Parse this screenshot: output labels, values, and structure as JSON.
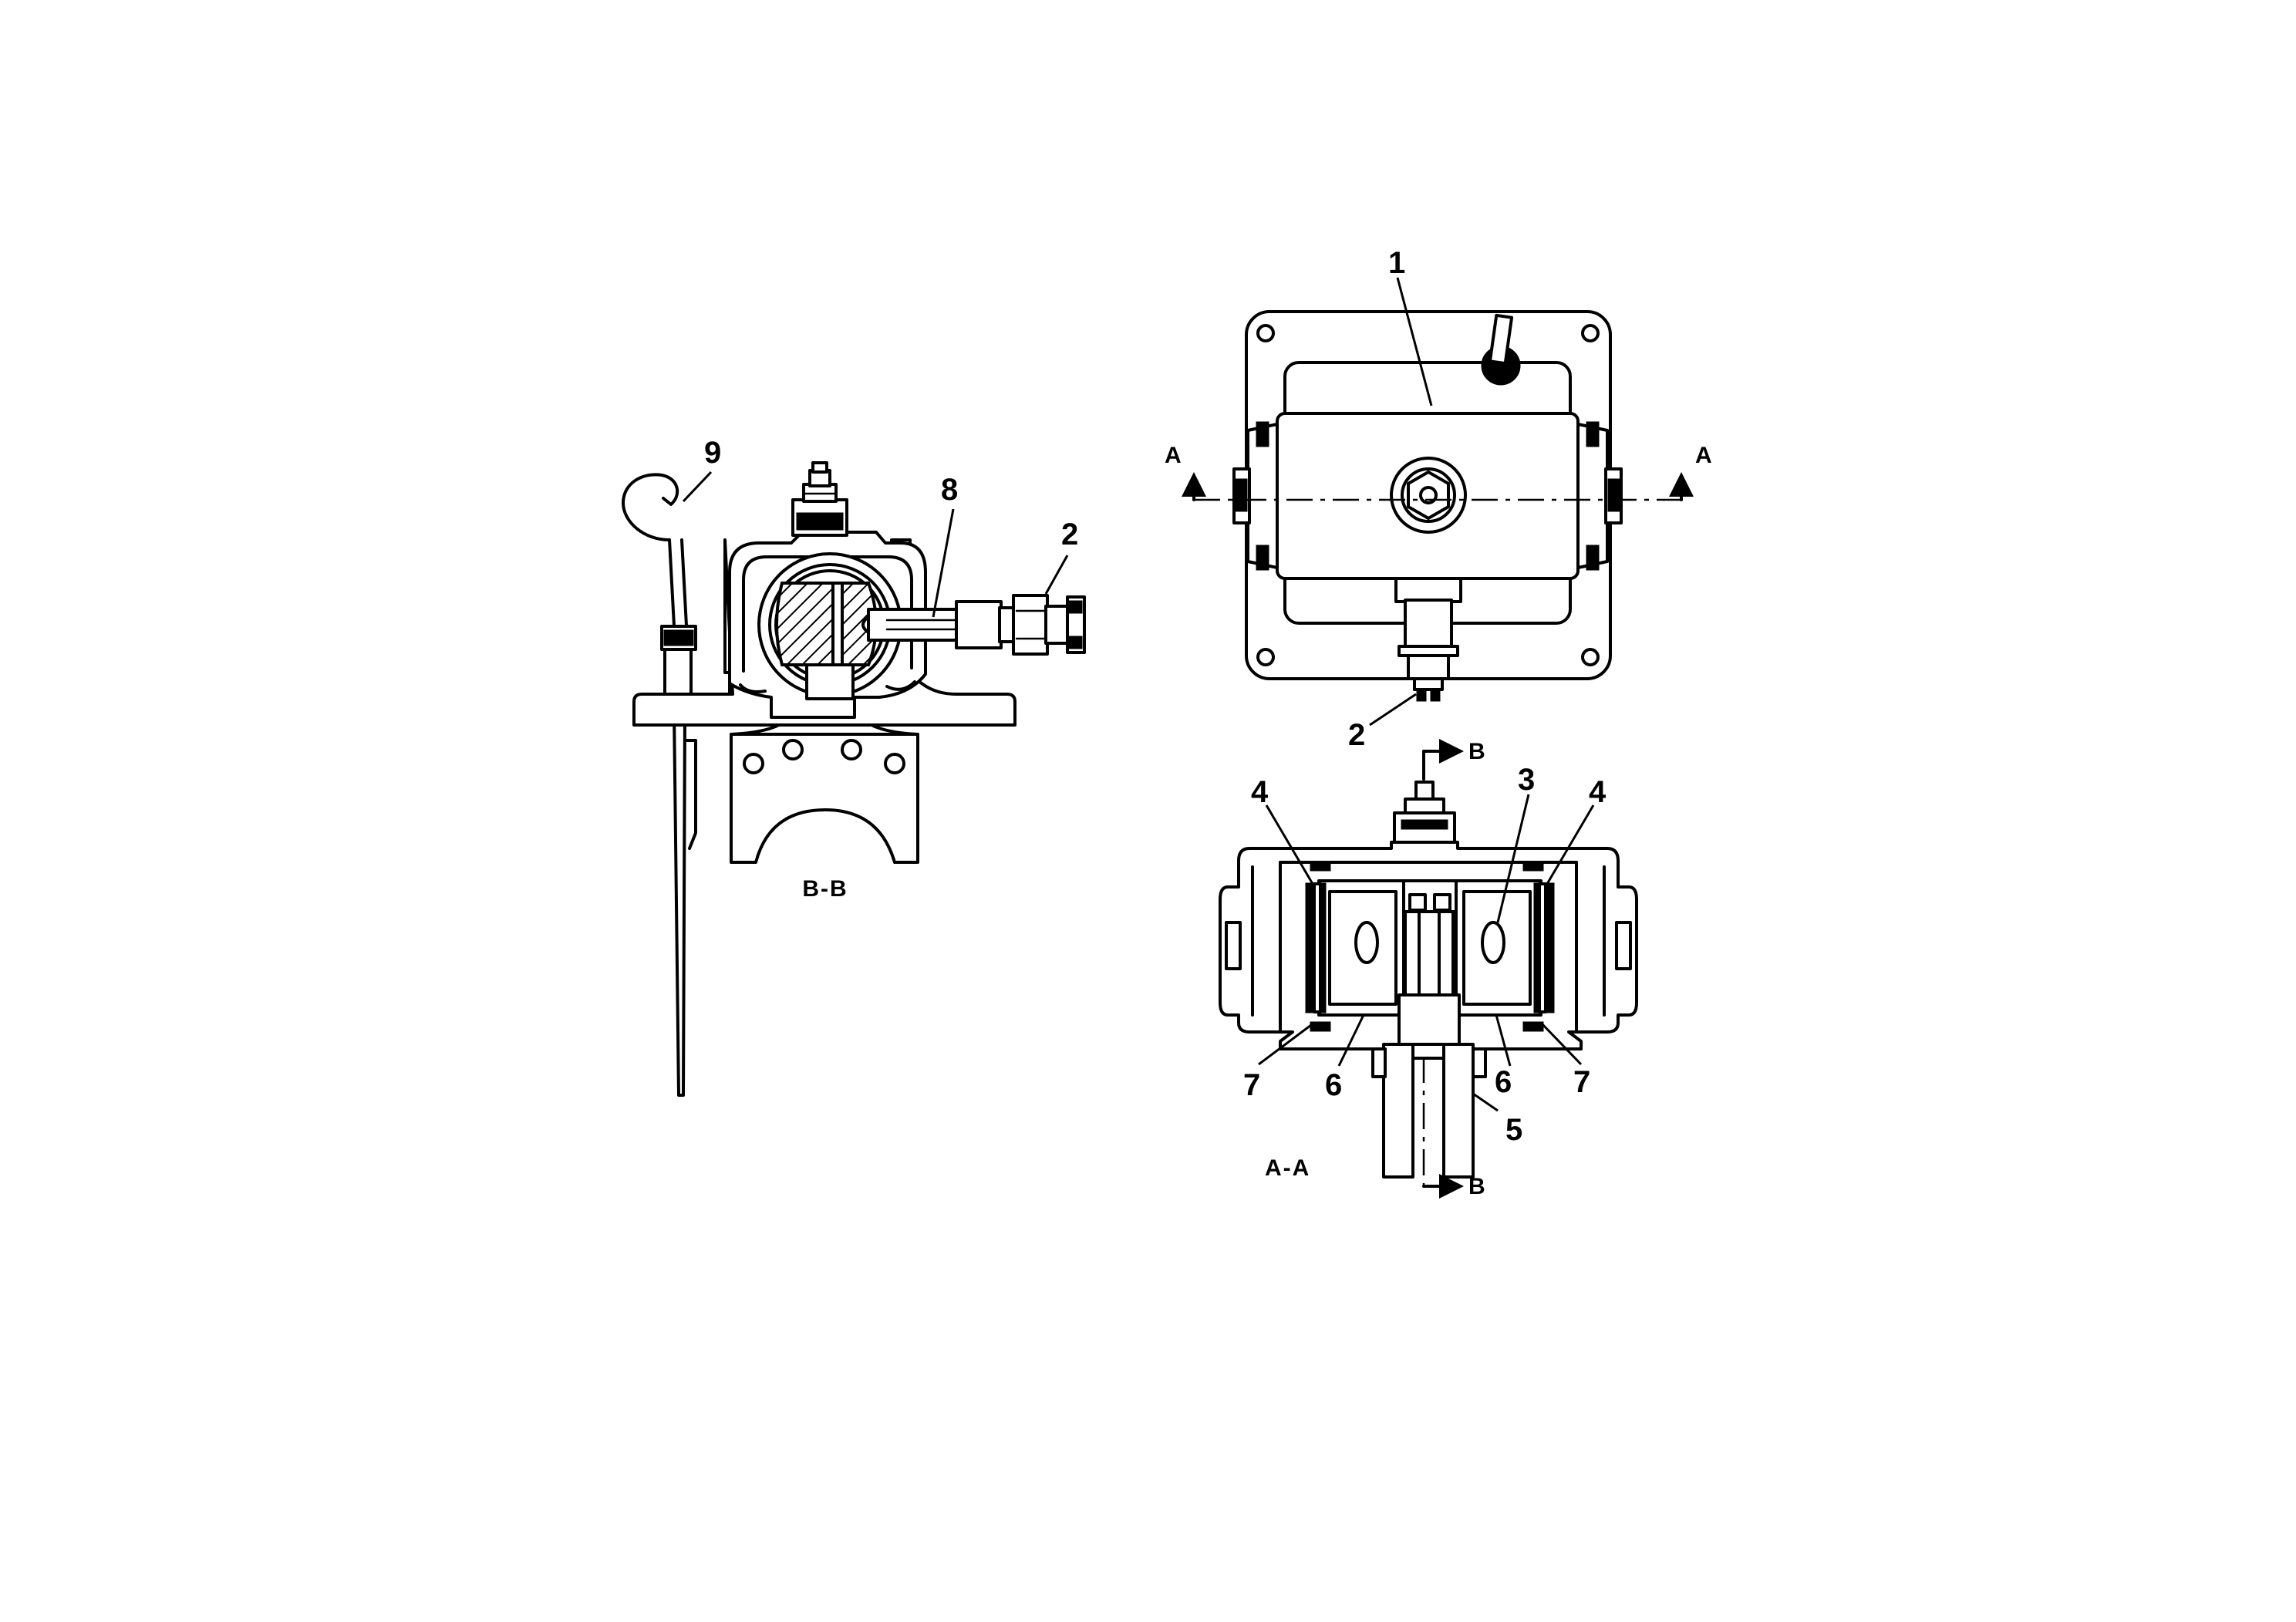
{
  "views": {
    "section_bb": {
      "caption": "B-B"
    },
    "section_aa": {
      "caption": "A-A"
    }
  },
  "section_marks": {
    "a": "A",
    "b": "B"
  },
  "callouts": {
    "c1": "1",
    "c2": "2",
    "c3": "3",
    "c4": "4",
    "c5": "5",
    "c6": "6",
    "c7": "7",
    "c8": "8",
    "c9": "9"
  }
}
